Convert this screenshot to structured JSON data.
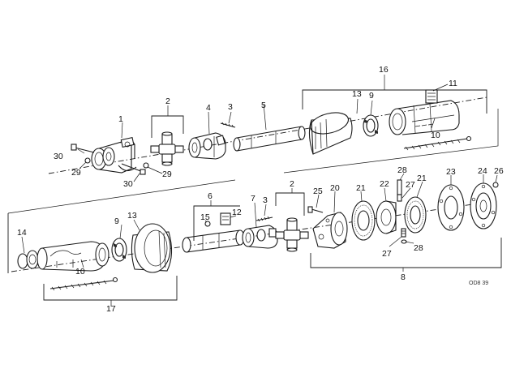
{
  "labels": {
    "l1": "1",
    "l2a": "2",
    "l3a": "3",
    "l4": "4",
    "l5": "5",
    "l9a": "9",
    "l10a": "10",
    "l11": "11",
    "l13a": "13",
    "l16": "16",
    "l29a": "29",
    "l29b": "29",
    "l30a": "30",
    "l30b": "30",
    "l2b": "2",
    "l3b": "3",
    "l6": "6",
    "l7": "7",
    "l8": "8",
    "l9b": "9",
    "l10b": "10",
    "l12": "12",
    "l13b": "13",
    "l14": "14",
    "l15": "15",
    "l17": "17",
    "l20": "20",
    "l21a": "21",
    "l21b": "21",
    "l22": "22",
    "l23": "23",
    "l24": "24",
    "l25": "25",
    "l26": "26",
    "l27a": "27",
    "l27b": "27",
    "l28a": "28",
    "l28b": "28"
  },
  "drawing_code": "OD8 39"
}
